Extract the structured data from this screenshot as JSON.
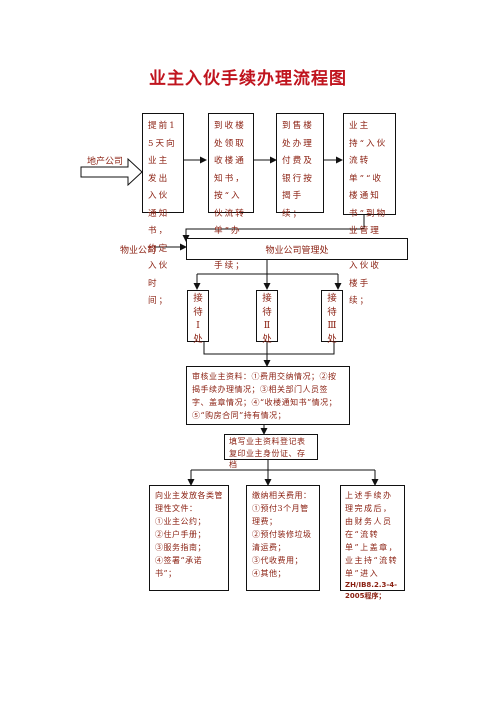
{
  "title": "业主入伙手续办理流程图",
  "developer_label": "地产公司",
  "property_label": "物业公司",
  "steps": [
    {
      "text": "提前15天向业主发出入伙通知书，约定入伙时间；"
    },
    {
      "text": "到收楼处领取收楼通知书，按“入伙流转单”办理入伙手续；"
    },
    {
      "text": "到售楼处办理付费及银行按揭手续；"
    },
    {
      "text": "业主持“入伙流转单”“收楼通知书”到物业管理处办理入伙收楼手续；"
    }
  ],
  "management_office": "物业公司管理处",
  "reception_points": [
    {
      "chars": [
        "接",
        "待",
        "Ⅰ",
        "处"
      ]
    },
    {
      "chars": [
        "接",
        "待",
        "Ⅱ",
        "处"
      ]
    },
    {
      "chars": [
        "接",
        "待",
        "Ⅲ",
        "处"
      ]
    }
  ],
  "review": "审核业主资料：①费用交纳情况；②按揭手续办理情况；③相关部门人员签字、盖章情况；④“收楼通知书”情况；⑤“购房合同”持有情况；",
  "register_lines": [
    "填写业主资料登记表",
    "复印业主身份证、存档"
  ],
  "documents": {
    "title": "向业主发放各类管理性文件：",
    "items": [
      "①业主公约；",
      "②住户手册；",
      "③服务指南；",
      "④签署“承诺书”；"
    ]
  },
  "fees": {
    "title": "缴纳相关费用：",
    "items": [
      "①预付3个月管理费；",
      "②预付装修垃圾清运费；",
      "③代收费用；",
      "④其他；"
    ]
  },
  "completion": {
    "text": "上述手续办理完成后，由财务人员在“流转单”上盖章，业主持“流转单”进入",
    "code": "ZH/IB8.2.3-4-2005程序；"
  }
}
